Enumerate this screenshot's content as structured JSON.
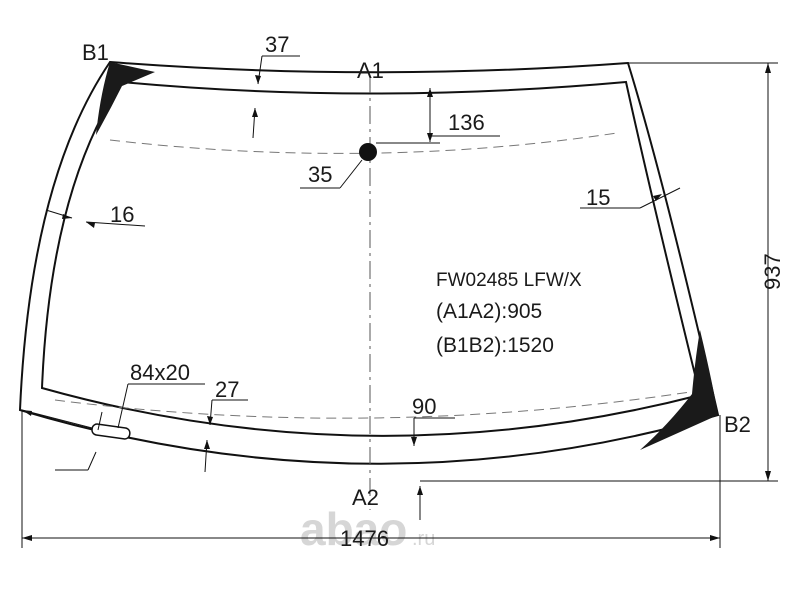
{
  "labels": {
    "b1": "B1",
    "a1": "A1",
    "a2": "A2",
    "b2": "B2"
  },
  "dimensions": {
    "top_border": "37",
    "top_to_dashed": "136",
    "mirror_dot": "35",
    "side_right": "15",
    "side_left": "16",
    "sensor": "84x20",
    "bottom_left": "27",
    "bottom_center": "90",
    "height": "937",
    "width": "1476"
  },
  "info": {
    "code": "FW02485 LFW/X",
    "a1a2": "(A1A2):905",
    "b1b2": "(B1B2):1520"
  },
  "watermark": {
    "brand": "abao",
    "tld": ".ru"
  },
  "colors": {
    "outline": "#111111",
    "ceramic": "#1a1a1a",
    "dashed": "#777777",
    "watermark": "#d6d6d6"
  }
}
